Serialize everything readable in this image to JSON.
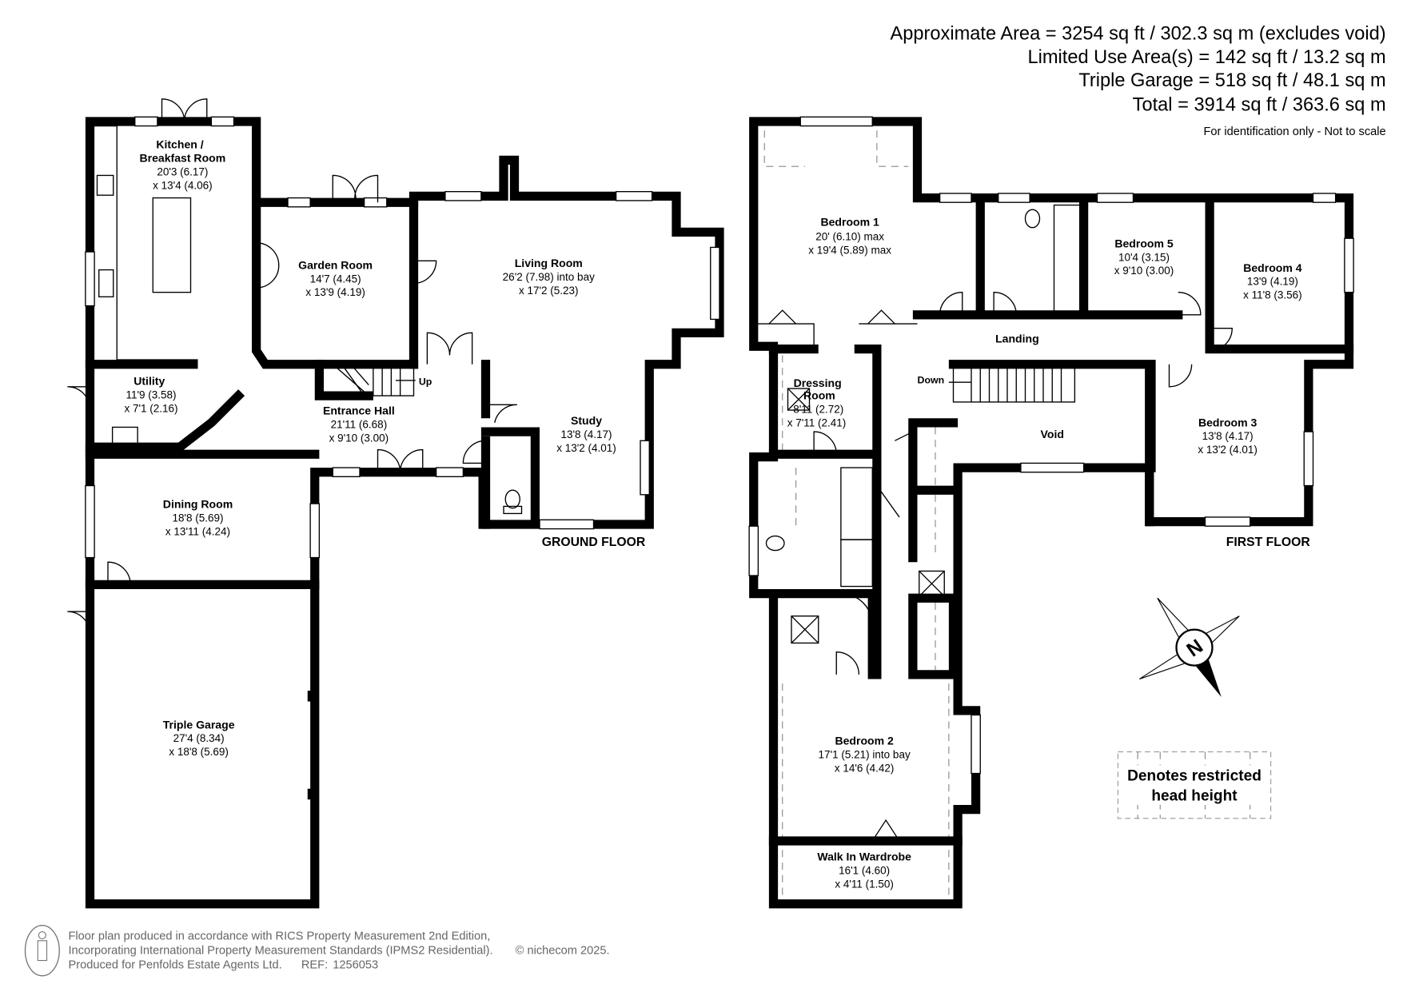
{
  "areas": {
    "approx": "Approximate Area = 3254 sq ft / 302.3 sq m (excludes void)",
    "limited": "Limited Use Area(s) = 142 sq ft / 13.2 sq m",
    "garage": "Triple Garage = 518 sq ft / 48.1 sq m",
    "total": "Total = 3914 sq ft / 363.6 sq m",
    "note": "For identification only - Not to scale"
  },
  "ground_floor": {
    "label": "GROUND FLOOR",
    "rooms": [
      {
        "name": "Kitchen /",
        "name2": "Breakfast Room",
        "dim1": "20'3 (6.17)",
        "dim2": "x 13'4 (4.06)"
      },
      {
        "name": "Garden Room",
        "dim1": "14'7 (4.45)",
        "dim2": "x 13'9 (4.19)"
      },
      {
        "name": "Living Room",
        "dim1": "26'2 (7.98) into bay",
        "dim2": "x 17'2 (5.23)"
      },
      {
        "name": "Utility",
        "dim1": "11'9 (3.58)",
        "dim2": "x 7'1 (2.16)"
      },
      {
        "name": "Entrance Hall",
        "dim1": "21'11 (6.68)",
        "dim2": "x 9'10 (3.00)"
      },
      {
        "name": "Study",
        "dim1": "13'8 (4.17)",
        "dim2": "x 13'2 (4.01)"
      },
      {
        "name": "Dining Room",
        "dim1": "18'8 (5.69)",
        "dim2": "x 13'11 (4.24)"
      },
      {
        "name": "Triple Garage",
        "dim1": "27'4 (8.34)",
        "dim2": "x 18'8 (5.69)"
      }
    ],
    "stairs_label": "Up"
  },
  "first_floor": {
    "label": "FIRST FLOOR",
    "rooms": [
      {
        "name": "Bedroom 1",
        "dim1": "20' (6.10) max",
        "dim2": "x 19'4 (5.89) max"
      },
      {
        "name": "Bedroom 5",
        "dim1": "10'4 (3.15)",
        "dim2": "x 9'10 (3.00)"
      },
      {
        "name": "Bedroom 4",
        "dim1": "13'9 (4.19)",
        "dim2": "x 11'8 (3.56)"
      },
      {
        "name": "Landing"
      },
      {
        "name": "Dressing",
        "name2": "Room",
        "dim1": "8'11 (2.72)",
        "dim2": "x 7'11 (2.41)"
      },
      {
        "name": "Void"
      },
      {
        "name": "Bedroom 3",
        "dim1": "13'8 (4.17)",
        "dim2": "x 13'2 (4.01)"
      },
      {
        "name": "Bedroom 2",
        "dim1": "17'1 (5.21) into bay",
        "dim2": "x 14'6 (4.42)"
      },
      {
        "name": "Walk In Wardrobe",
        "dim1": "16'1 (4.60)",
        "dim2": "x 4'11 (1.50)"
      }
    ],
    "stairs_label": "Down"
  },
  "legend": {
    "line1": "Denotes restricted",
    "line2": "head height"
  },
  "compass": {
    "letter": "N"
  },
  "footer": {
    "line1": "Floor plan produced in accordance with RICS Property Measurement 2nd Edition,",
    "line2": "Incorporating International Property Measurement Standards (IPMS2 Residential).",
    "copyright": "© nichecom 2025.",
    "line3": "Produced for Penfolds Estate Agents Ltd.",
    "ref_label": "REF:",
    "ref": "1256053"
  }
}
